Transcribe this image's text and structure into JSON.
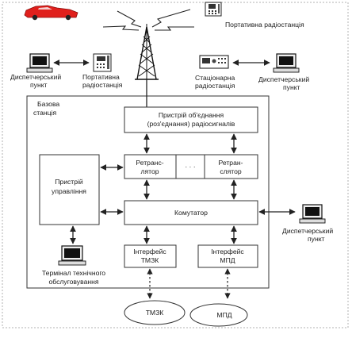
{
  "labels": {
    "portable_radio_top": "Портативна радіостанція",
    "dispatch_left_1": "Диспетчерський",
    "dispatch_left_2": "пункт",
    "portable_left_1": "Портативна",
    "portable_left_2": "радіостанція",
    "stationary_1": "Стаціонарна",
    "stationary_2": "радіостанція",
    "dispatch_right_1": "Диспетчерський",
    "dispatch_right_2": "пункт",
    "base_station_1": "Базова",
    "base_station_2": "станція",
    "combiner_1": "Пристрій об'єднання",
    "combiner_2": "(роз'єднання) радіосигналів",
    "repeater_left_1": "Ретранс-",
    "repeater_left_2": "лятор",
    "repeater_dots": "· · ·",
    "repeater_right_1": "Ретран-",
    "repeater_right_2": "слятор",
    "control_1": "Пристрій",
    "control_2": "управління",
    "switch": "Комутатор",
    "iface_tmzk_1": "Інтерфейс",
    "iface_tmzk_2": "ТМЗК",
    "iface_mpd_1": "Інтерфейс",
    "iface_mpd_2": "МПД",
    "dispatch_bottom_1": "Диспетчерський",
    "dispatch_bottom_2": "пункт",
    "terminal_1": "Термінал технічного",
    "terminal_2": "обслуговування",
    "net_tmzk": "ТМЗК",
    "net_mpd": "МПД"
  },
  "colors": {
    "car": "#e0201c",
    "line": "#222222",
    "box_border": "#333333"
  },
  "icons": [
    "car-icon",
    "antenna-tower-icon",
    "computer-terminal-icon",
    "radio-station-icon"
  ]
}
